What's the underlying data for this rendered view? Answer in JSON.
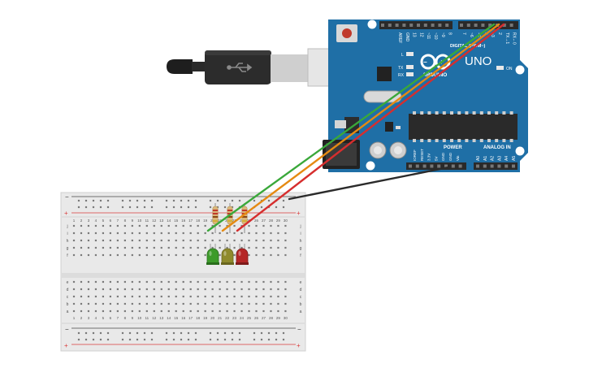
{
  "board": {
    "brand": "ARDUINO",
    "model": "UNO",
    "digital_header_label": "DIGITAL (PWM~)",
    "power_label": "POWER",
    "analog_label": "ANALOG IN",
    "led_labels": {
      "l": "L",
      "tx": "TX",
      "rx": "RX",
      "on": "ON"
    },
    "digital_pins": [
      "AREF",
      "GND",
      "13",
      "12",
      "~11",
      "~10",
      "~9",
      "8",
      "7",
      "~6",
      "~5",
      "4",
      "~3",
      "2",
      "TX→1",
      "RX←0"
    ],
    "power_pins": [
      "IOREF",
      "RESET",
      "3.3V",
      "5V",
      "GND",
      "GND",
      "Vin"
    ],
    "analog_pins": [
      "A0",
      "A1",
      "A2",
      "A3",
      "A4",
      "A5"
    ],
    "colors": {
      "pcb": "#1f6fa6",
      "pcb_dark": "#15507a",
      "header": "#2a2a2a"
    }
  },
  "breadboard": {
    "row_letters_top": [
      "j",
      "i",
      "h",
      "g",
      "f"
    ],
    "row_letters_bottom": [
      "e",
      "d",
      "c",
      "b",
      "a"
    ],
    "column_count": 30,
    "rail_minus": "−",
    "rail_plus": "+",
    "colors": {
      "body": "#e9e9e9",
      "hole": "#7a7a7a",
      "rail_red": "#d93b3b",
      "rail_black": "#333333"
    }
  },
  "wires": [
    {
      "name": "wire-green",
      "color": "#3aa83a"
    },
    {
      "name": "wire-orange",
      "color": "#e58a12"
    },
    {
      "name": "wire-red",
      "color": "#d62e2e"
    },
    {
      "name": "wire-ground",
      "color": "#2b2b2b"
    }
  ],
  "leds": [
    {
      "name": "led-green",
      "color": "#3d9b2a",
      "dark": "#2a6e1c"
    },
    {
      "name": "led-yellow",
      "color": "#8f8a2c",
      "dark": "#6a661f"
    },
    {
      "name": "led-red",
      "color": "#b52626",
      "dark": "#7e1a1a"
    }
  ],
  "usb_cable": {
    "icon": "usb-icon",
    "color": "#2c2c2c"
  }
}
